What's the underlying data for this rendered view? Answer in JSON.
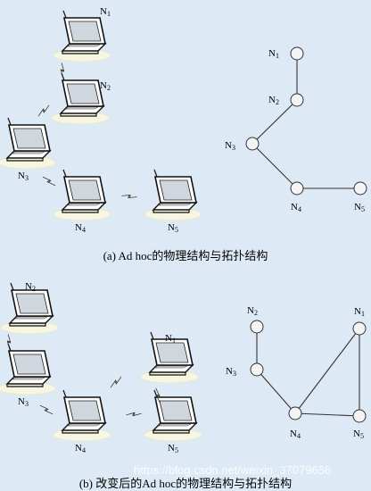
{
  "colors": {
    "background": "#dde9f5",
    "node_fill": "#f4f4f4",
    "edge": "#333333",
    "laptop_body": "#ffffff",
    "laptop_outline": "#111111",
    "screen_fill": "#cfd6de",
    "bolt_fill": "#e6c200",
    "shadow": "#f6f6e2"
  },
  "icons": {
    "laptop": "laptop-icon",
    "wireless": "wireless-bolt-icon"
  },
  "diagram_a": {
    "caption": "(a) Ad hoc的物理结构与拓扑结构",
    "physical_labels": [
      {
        "name": "N",
        "sub": "1"
      },
      {
        "name": "N",
        "sub": "2"
      },
      {
        "name": "N",
        "sub": "3"
      },
      {
        "name": "N",
        "sub": "4"
      },
      {
        "name": "N",
        "sub": "5"
      }
    ],
    "topology_labels": [
      {
        "name": "N",
        "sub": "1"
      },
      {
        "name": "N",
        "sub": "2"
      },
      {
        "name": "N",
        "sub": "3"
      },
      {
        "name": "N",
        "sub": "4"
      },
      {
        "name": "N",
        "sub": "5"
      }
    ],
    "links": [
      [
        "N1",
        "N2"
      ],
      [
        "N2",
        "N3"
      ],
      [
        "N3",
        "N4"
      ],
      [
        "N4",
        "N5"
      ]
    ]
  },
  "diagram_b": {
    "caption": "(b) 改变后的Ad hoc的物理结构与拓扑结构",
    "physical_labels": [
      {
        "name": "N",
        "sub": "2"
      },
      {
        "name": "N",
        "sub": "3"
      },
      {
        "name": "N",
        "sub": "1"
      },
      {
        "name": "N",
        "sub": "4"
      },
      {
        "name": "N",
        "sub": "5"
      }
    ],
    "topology_labels": [
      {
        "name": "N",
        "sub": "2"
      },
      {
        "name": "N",
        "sub": "1"
      },
      {
        "name": "N",
        "sub": "3"
      },
      {
        "name": "N",
        "sub": "4"
      },
      {
        "name": "N",
        "sub": "5"
      }
    ],
    "links": [
      [
        "N2",
        "N3"
      ],
      [
        "N3",
        "N4"
      ],
      [
        "N4",
        "N1"
      ],
      [
        "N1",
        "N5"
      ],
      [
        "N4",
        "N5"
      ]
    ]
  },
  "watermark": "https://blog.csdn.net/weixin_37079656"
}
